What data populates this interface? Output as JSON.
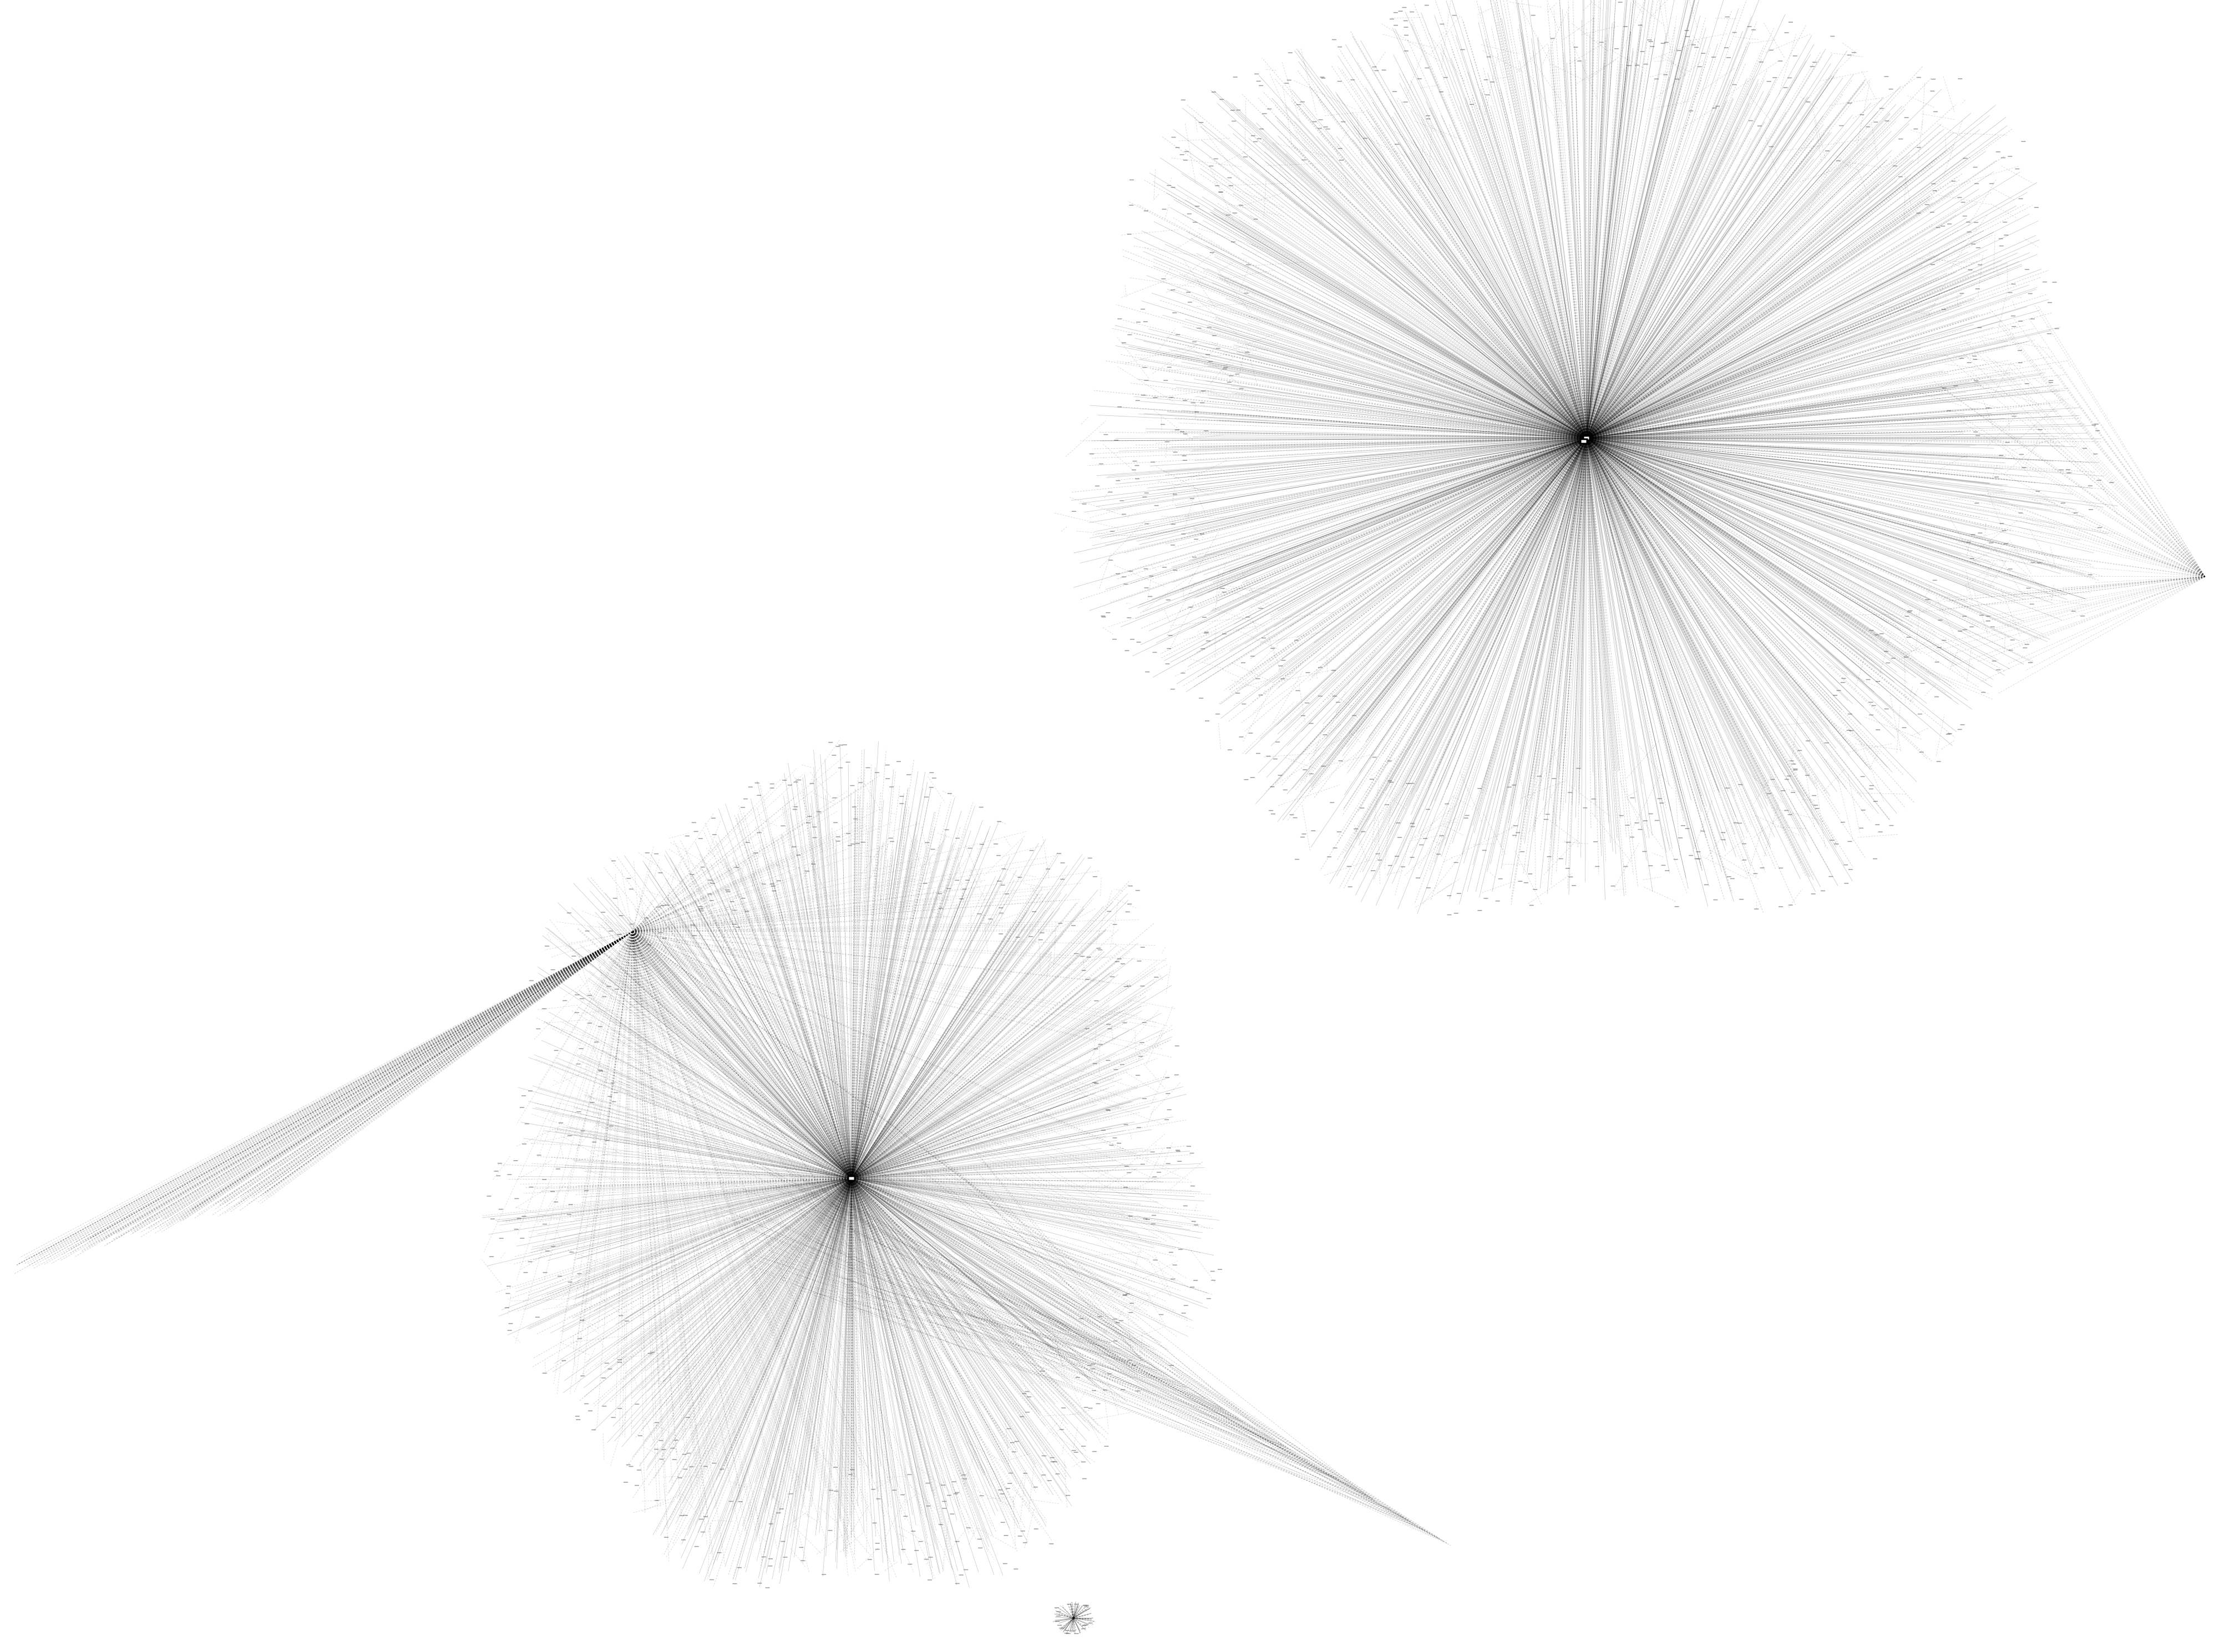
{
  "diagram": {
    "type": "network-graph",
    "style": "radial hub-and-spoke, thin black dashed edges on white",
    "background_color": "#ffffff",
    "edge_color": "#000000",
    "node_label_color": "#444444",
    "clusters": [
      {
        "name": "upper-right-cluster",
        "hub_count": 2,
        "edge_density": "very high",
        "has_outlier_spoke": true
      },
      {
        "name": "lower-left-cluster",
        "hub_count": 3,
        "edge_density": "high",
        "has_long_fan_spokes": true
      },
      {
        "name": "small-cluster",
        "hub_count": 1,
        "edge_density": "low"
      }
    ]
  }
}
